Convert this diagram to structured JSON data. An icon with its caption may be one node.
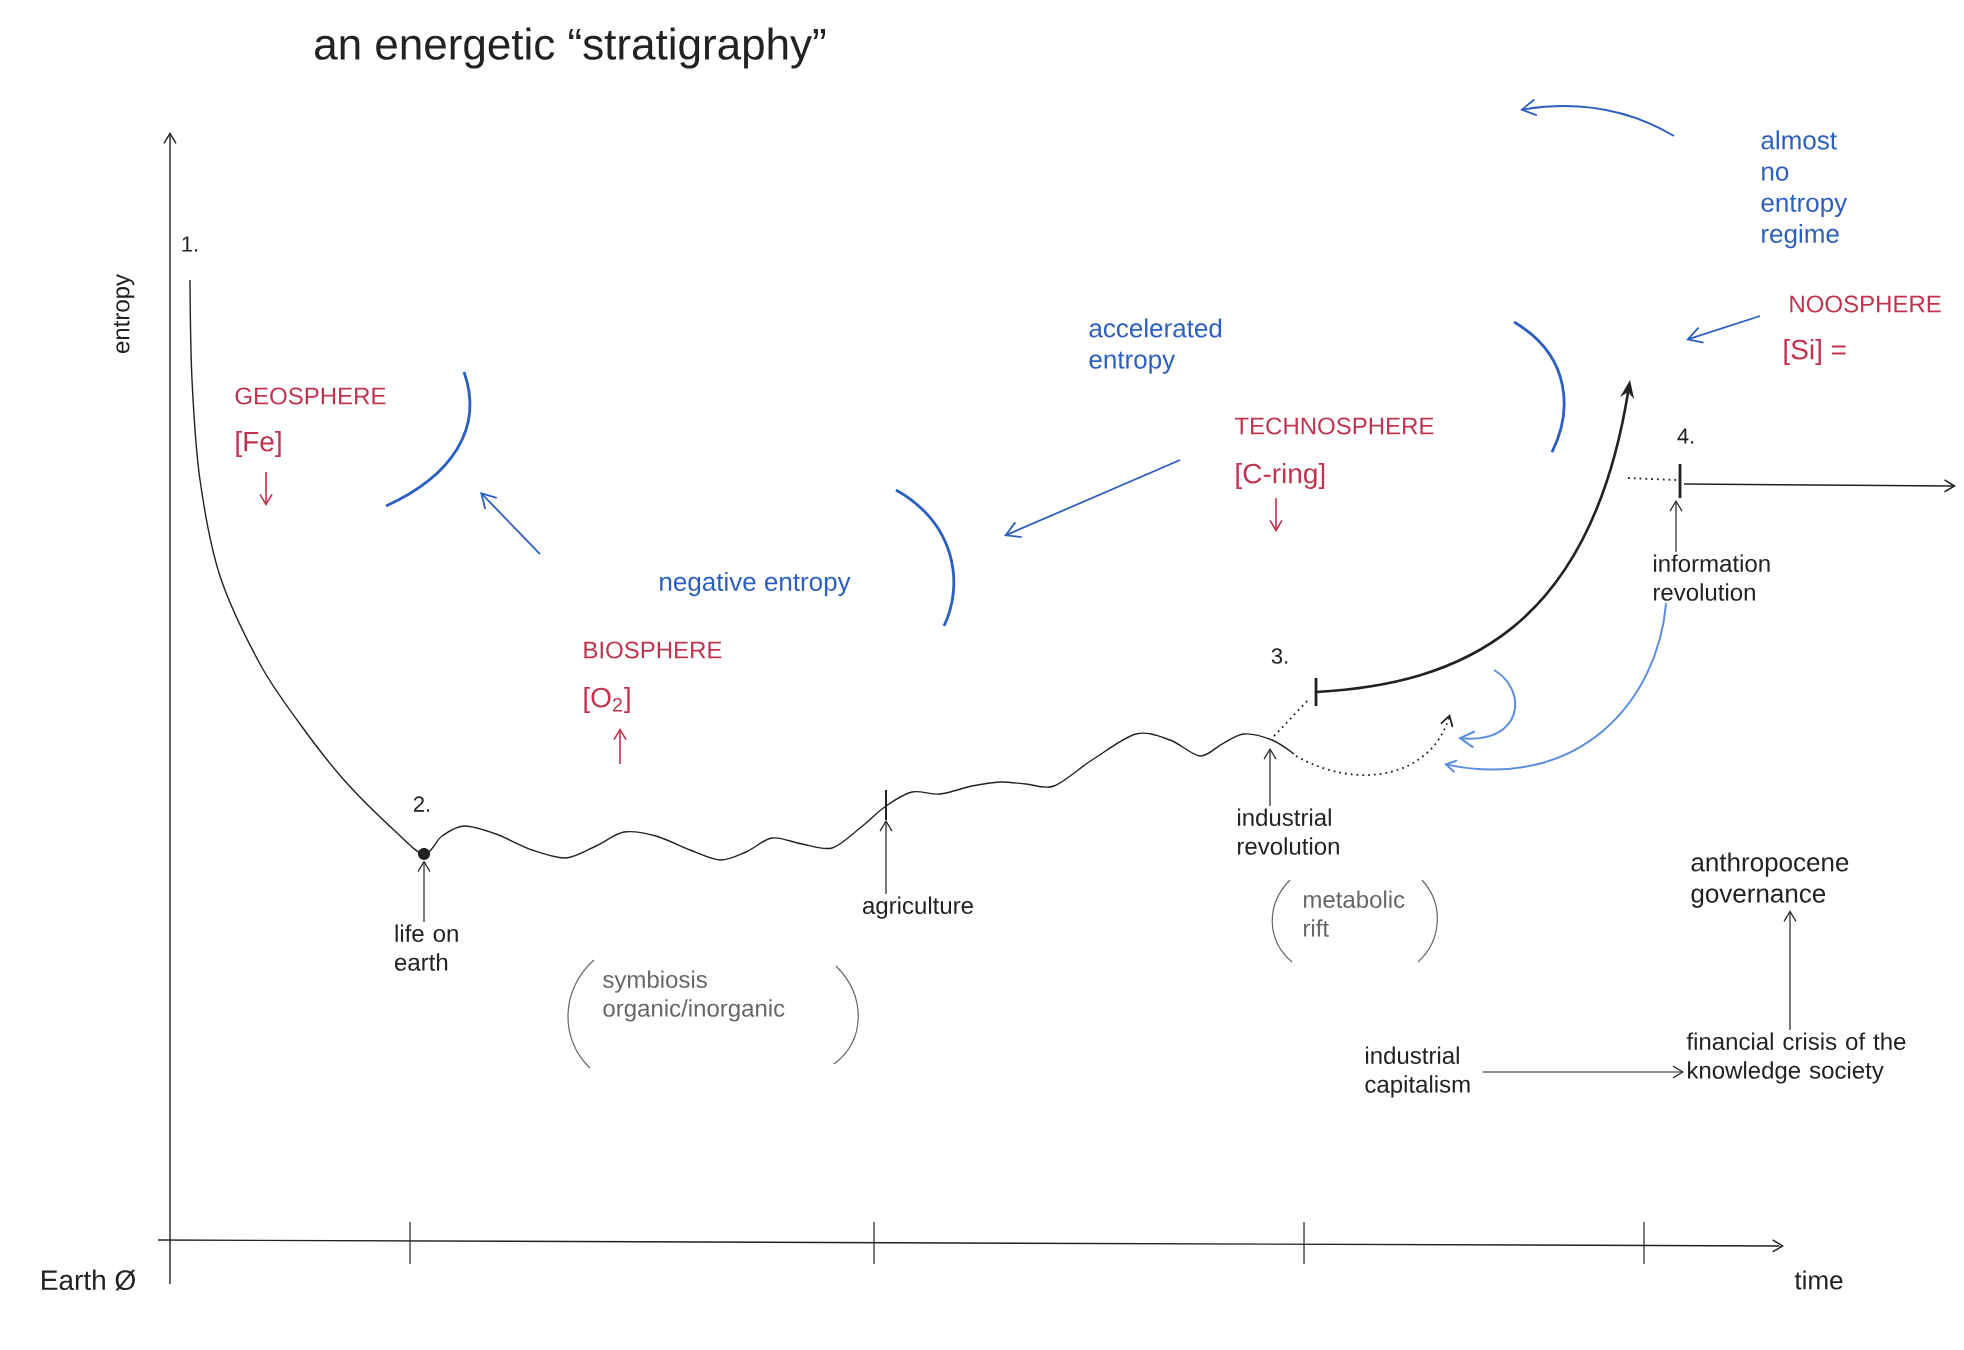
{
  "diagram": {
    "title": "an energetic “stratigraphy”",
    "nodes": [
      {
        "text": [],
        "shape": "circle"
      },
      {
        "text": [
          "life on earth"
        ]
      },
      {
        "text": [
          "agriculture"
        ]
      },
      {
        "text": [
          "industrial revolution"
        ]
      },
      {
        "text": [
          "information revolution"
        ]
      },
      {
        "text": [
          "anthropocene governance"
        ]
      },
      {
        "text": [
          "industrial capitalism"
        ]
      },
      {
        "text": [
          "financial crisis of the knowledge society"
        ]
      }
    ],
    "edges": [
      {
        "from": 1,
        "to": 0,
        "arrow": "to"
      },
      {
        "from": 2,
        "to": null,
        "arrow": "to"
      },
      {
        "from": 3,
        "to": null,
        "arrow": "to"
      },
      {
        "from": 4,
        "to": null,
        "arrow": "to"
      },
      {
        "from": 4,
        "to": null,
        "arrow": "to",
        "color": "#5a8ede"
      },
      {
        "from": 6,
        "to": 7,
        "arrow": "to"
      },
      {
        "from": 7,
        "to": 5,
        "arrow": "to"
      }
    ],
    "labels": [
      "entropy",
      "1.",
      "GEOSPHERE",
      "[Fe]",
      "negative entropy",
      "BIOSPHERE",
      "[O$_{2}$]",
      "2.",
      "symbiosis organic/inorganic",
      "accelerated entropy",
      "TECHNOSPHERE",
      "[C-ring]",
      "3.",
      "metabolic rift",
      "almost no entropy regime",
      "NOOSPHERE",
      "[Si] =",
      "4.",
      "Earth Ø",
      "time"
    ]
  }
}
